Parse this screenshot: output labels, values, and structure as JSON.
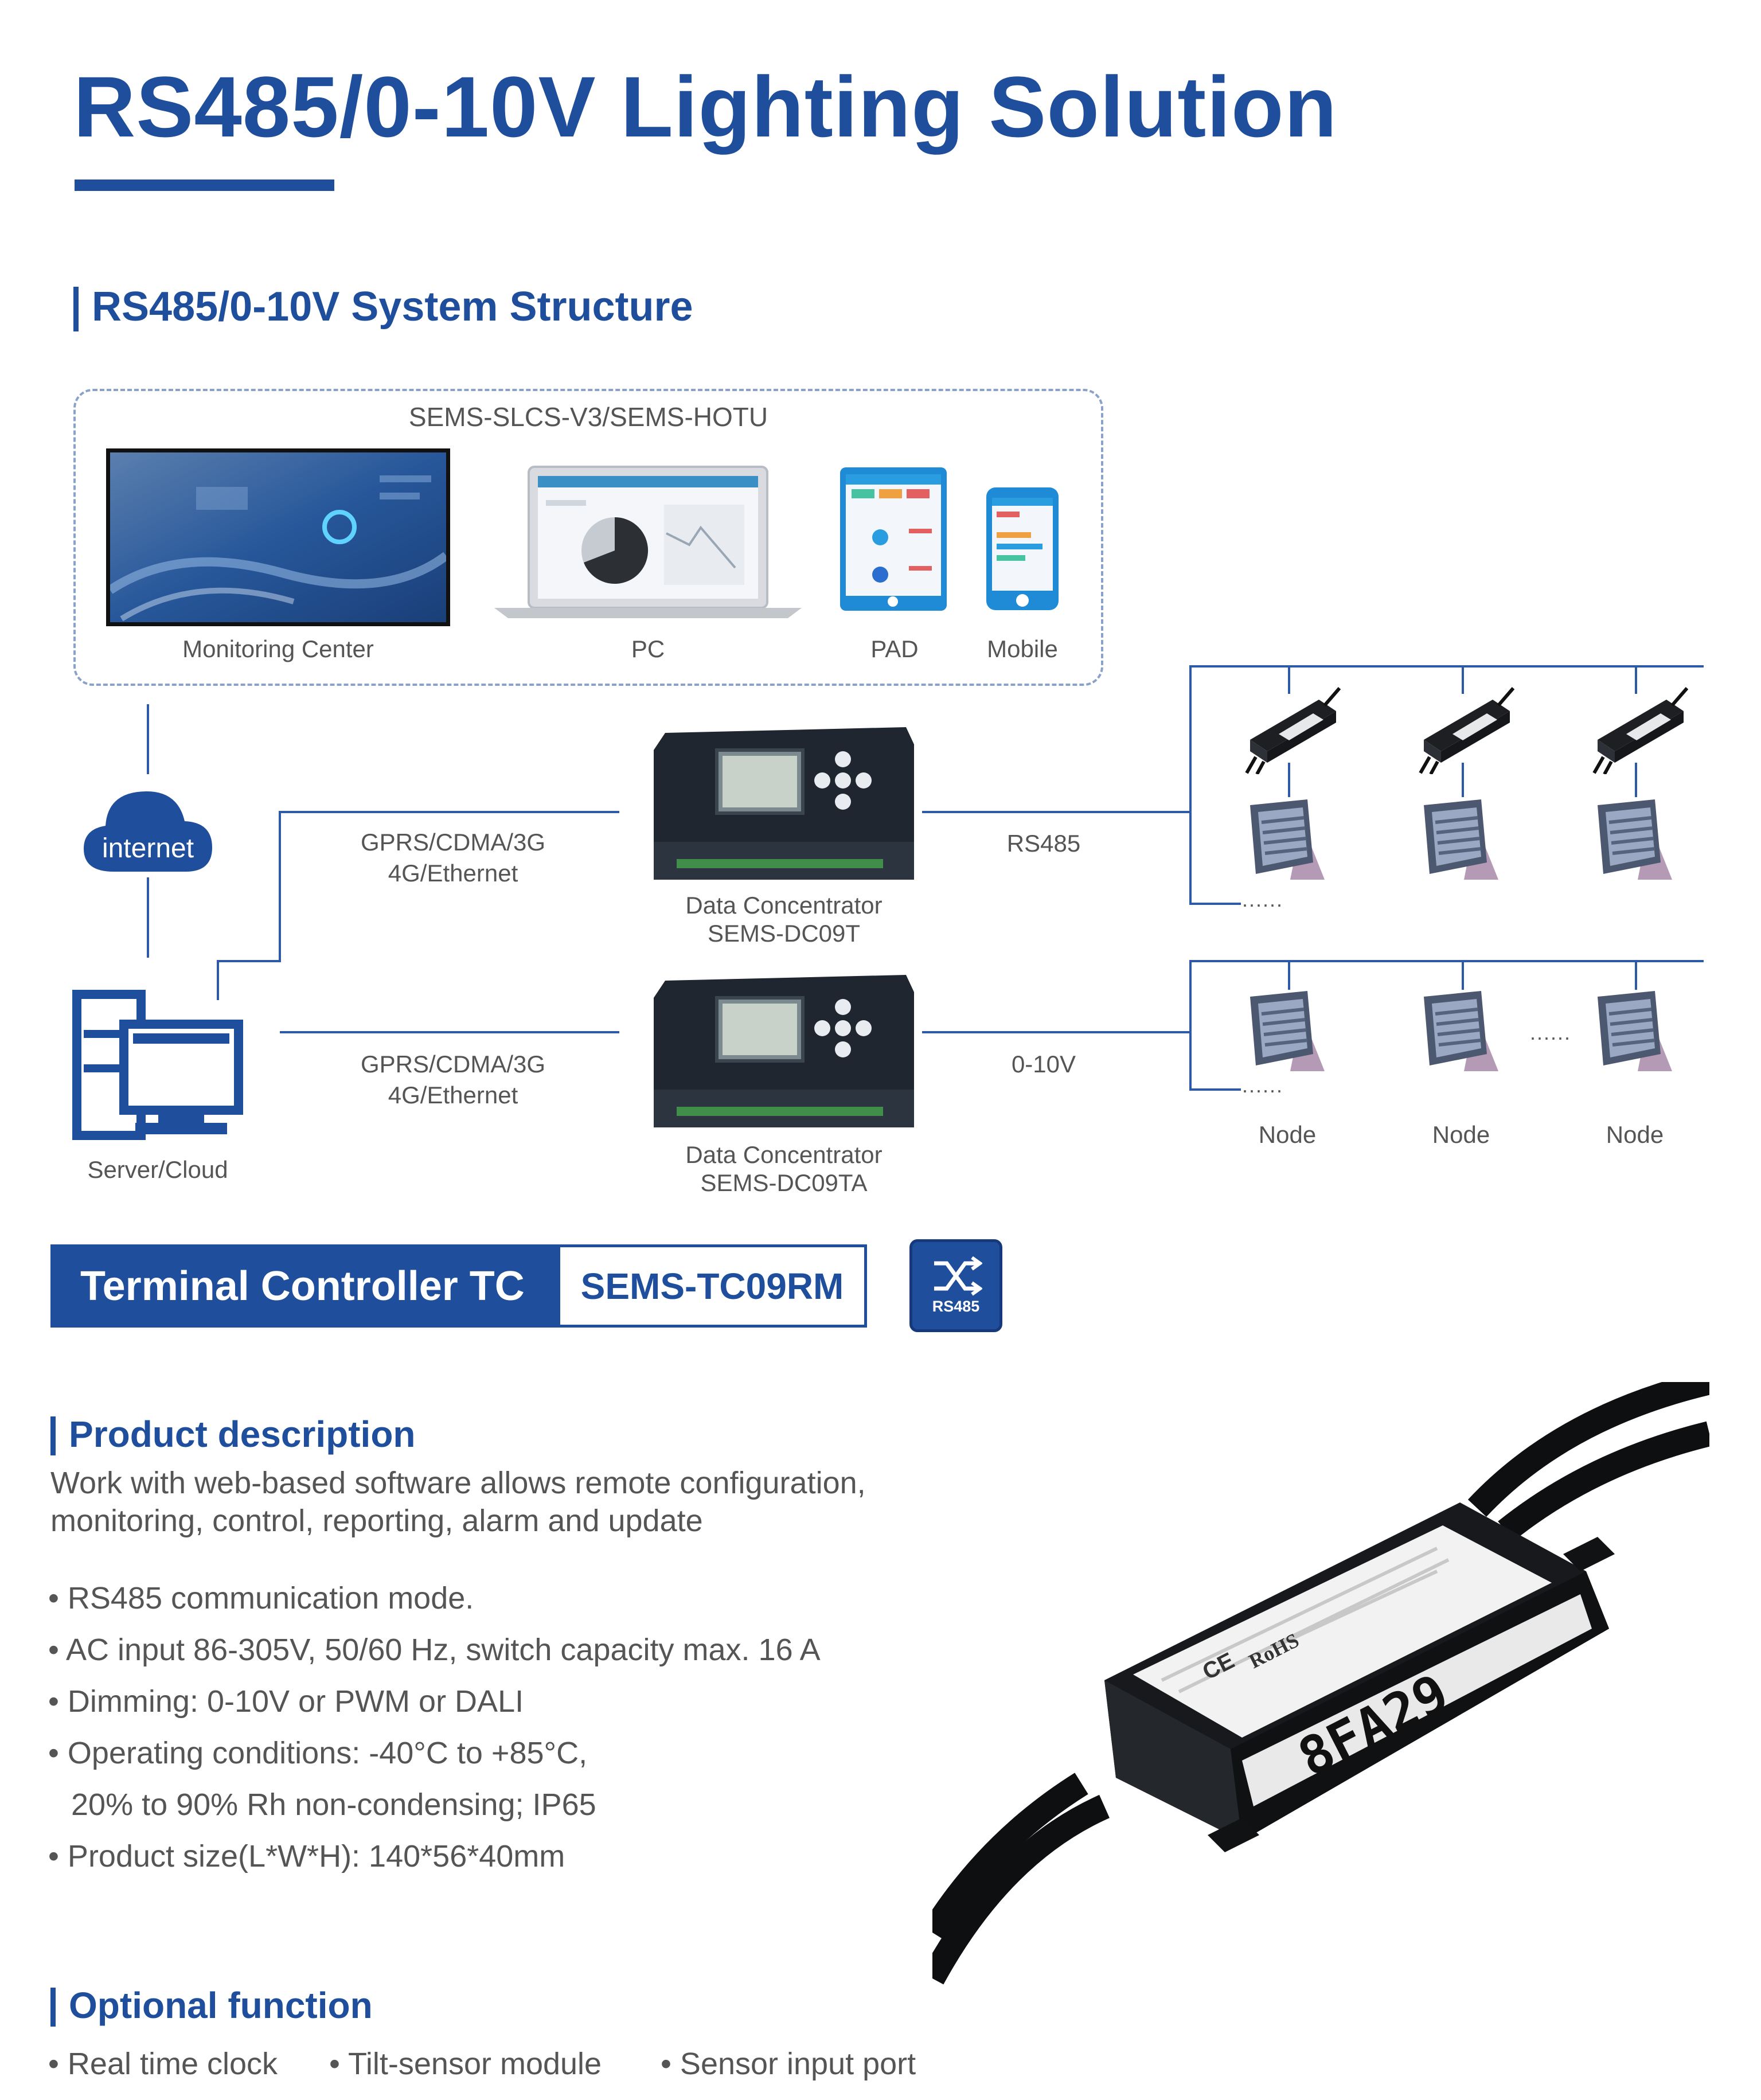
{
  "header": {
    "title": "RS485/0-10V Lighting Solution"
  },
  "system_structure": {
    "heading": "RS485/0-10V System Structure",
    "platform_label": "SEMS-SLCS-V3/SEMS-HOTU",
    "clients": {
      "monitoring_center": "Monitoring Center",
      "pc": "PC",
      "pad": "PAD",
      "mobile": "Mobile"
    },
    "internet_label": "internet",
    "server_label": "Server/Cloud",
    "link_top": {
      "line1": "GPRS/CDMA/3G",
      "line2": "4G/Ethernet"
    },
    "link_bottom": {
      "line1": "GPRS/CDMA/3G",
      "line2": "4G/Ethernet"
    },
    "concentrator_top": {
      "line1": "Data Concentrator",
      "line2": "SEMS-DC09T"
    },
    "concentrator_bottom": {
      "line1": "Data Concentrator",
      "line2": "SEMS-DC09TA"
    },
    "protocol_top": "RS485",
    "protocol_bottom": "0-10V",
    "ellipsis": "......",
    "node_labels": [
      "Node",
      "Node",
      "Node"
    ]
  },
  "product_banner": {
    "name": "Terminal Controller TC",
    "model": "SEMS-TC09RM",
    "badge": "RS485"
  },
  "product_description": {
    "heading": "Product description",
    "intro_line1": "Work with web-based software allows remote configuration,",
    "intro_line2": "monitoring, control, reporting, alarm and update",
    "bullets": [
      "RS485 communication mode.",
      "AC input 86-305V, 50/60 Hz, switch capacity max. 16 A",
      "Dimming: 0-10V or PWM or DALI",
      "Operating conditions: -40°C to +85°C,",
      "Product size(L*W*H): 140*56*40mm"
    ],
    "bullet_continuation": "20% to 90% Rh non-condensing; IP65",
    "bullet_mark": "•"
  },
  "product_image": {
    "label_code": "8FA29",
    "label_marks": [
      "CE",
      "RoHS"
    ]
  },
  "optional_function": {
    "heading": "Optional function",
    "items": [
      "Real time clock",
      "Tilt-sensor module",
      "Sensor input port"
    ]
  },
  "colors": {
    "brand_blue": "#1f4e9c",
    "text_gray": "#555555"
  }
}
